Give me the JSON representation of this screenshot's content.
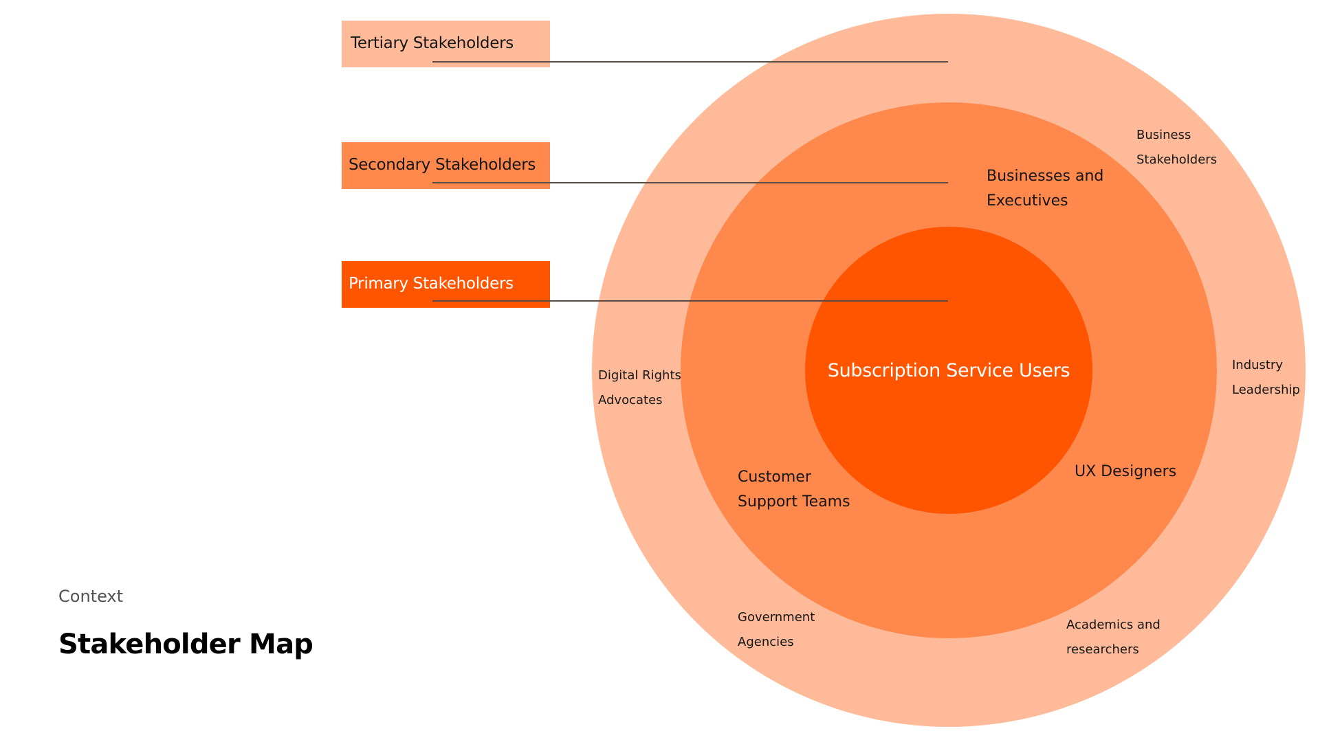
{
  "page": {
    "context_label": "Context",
    "title": "Stakeholder Map"
  },
  "colors": {
    "tertiary": "#FFBB99",
    "secondary": "#FF884D",
    "primary": "#FF5500",
    "connector": "#5A4A42"
  },
  "legend": {
    "tertiary": "Tertiary Stakeholders",
    "secondary": "Secondary Stakeholders",
    "primary": "Primary Stakeholders"
  },
  "rings": {
    "center": "Subscription Service Users",
    "tertiary": {
      "business_stakeholders": [
        "Business",
        "Stakeholders"
      ],
      "industry_leadership": [
        "Industry",
        "Leadership"
      ],
      "digital_rights": [
        "Digital Rights",
        "Advocates"
      ],
      "government": [
        "Government",
        "Agencies"
      ],
      "academics": [
        "Academics and",
        "researchers"
      ]
    },
    "secondary": {
      "businesses": [
        "Businesses and",
        "Executives"
      ],
      "customer_support": [
        "Customer",
        "Support Teams"
      ],
      "ux_designers": [
        "UX Designers"
      ]
    }
  }
}
